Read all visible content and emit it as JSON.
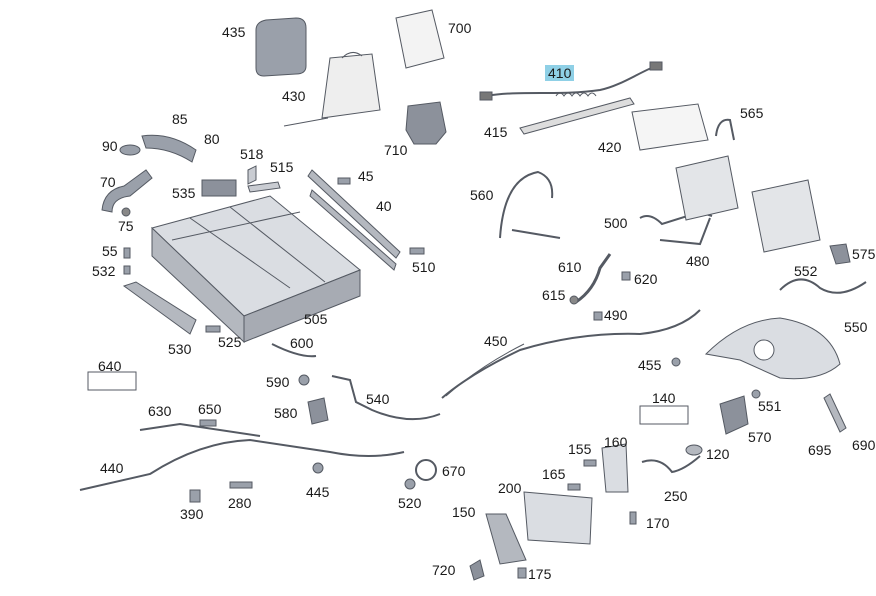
{
  "diagram": {
    "highlighted": "410",
    "highlight_color": "#8fd0e6",
    "part_color": "#c9ccd2",
    "part_dark": "#6b6f78",
    "labels": [
      "435",
      "700",
      "410",
      "430",
      "85",
      "90",
      "80",
      "710",
      "415",
      "420",
      "565",
      "518",
      "515",
      "70",
      "535",
      "45",
      "560",
      "40",
      "500",
      "75",
      "55",
      "480",
      "510",
      "575",
      "532",
      "552",
      "610",
      "620",
      "615",
      "550",
      "490",
      "505",
      "530",
      "525",
      "600",
      "450",
      "640",
      "455",
      "590",
      "540",
      "140",
      "551",
      "630",
      "650",
      "580",
      "570",
      "695",
      "120",
      "690",
      "155",
      "160",
      "440",
      "670",
      "165",
      "445",
      "250",
      "200",
      "390",
      "280",
      "520",
      "170",
      "150",
      "720",
      "175"
    ]
  }
}
